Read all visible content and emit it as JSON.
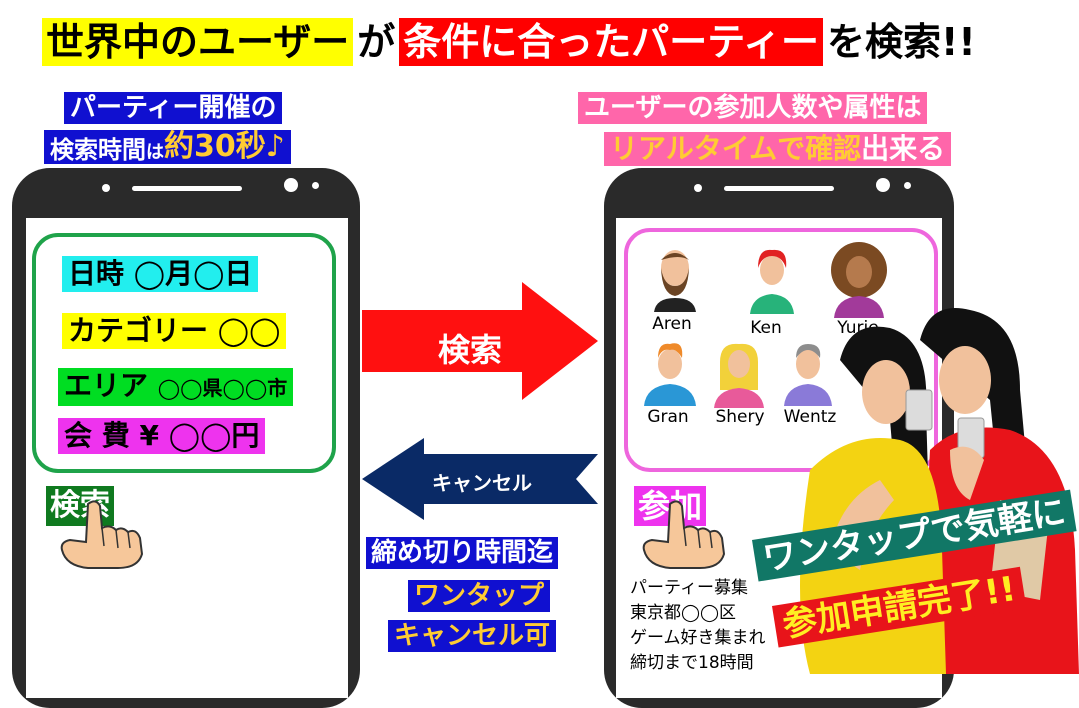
{
  "headline": {
    "part1": "世界中のユーザー",
    "part2": "が",
    "part3": "条件に合ったパーティー",
    "part4": "を検索!!"
  },
  "left_callout": {
    "line1": "パーティー開催の",
    "line2_a": "検索時間",
    "line2_b": "は",
    "line2_c": "約30秒♪"
  },
  "right_callout": {
    "line1": "ユーザーの参加人数や属性は",
    "line2_a": "リアルタイムで確認",
    "line2_b": "出来る"
  },
  "search_form": {
    "date": "日時 ◯月◯日",
    "category": "カテゴリー ◯◯",
    "area_label": "エリア",
    "area_value": "◯◯県◯◯市",
    "fee": "会 費 ¥ ◯◯円",
    "search_button": "検索"
  },
  "arrows": {
    "search": "検索",
    "cancel": "キャンセル"
  },
  "cancel_note": {
    "line1": "締め切り時間迄",
    "line2": "ワンタップ",
    "line3": "キャンセル可"
  },
  "participants": [
    {
      "name": "Aren"
    },
    {
      "name": "Ken"
    },
    {
      "name": "Yurie"
    },
    {
      "name": "Gran"
    },
    {
      "name": "Shery"
    },
    {
      "name": "Wentz"
    }
  ],
  "join_button": "参加",
  "party_post": {
    "line1": "パーティー募集",
    "line2": "東京都◯◯区",
    "line3": "ゲーム好き集まれ",
    "line4": "締切まで18時間"
  },
  "banner": {
    "line1": "ワンタップで気軽に",
    "line2": "参加申請完了!!"
  },
  "colors": {
    "yellow": "#ffff00",
    "red": "#ff0000",
    "blue": "#1010d0",
    "green": "#00dd22",
    "cyan": "#22eeee",
    "magenta": "#ee33ee",
    "pink": "#ff66aa",
    "teal": "#117766",
    "navy": "#0a2a66"
  }
}
